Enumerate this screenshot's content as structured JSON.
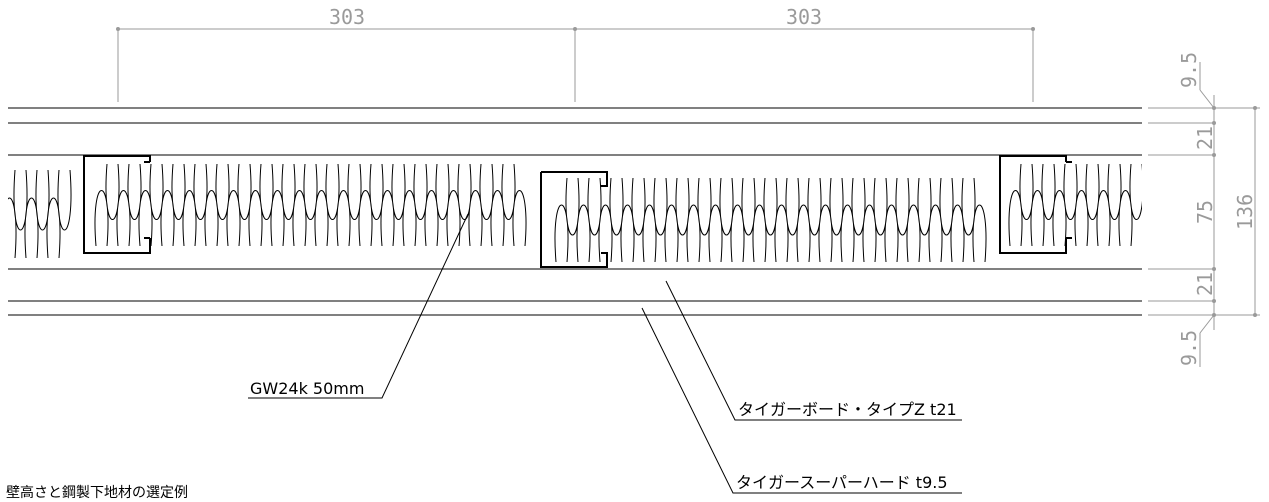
{
  "spacing": {
    "left": "303",
    "right": "303"
  },
  "thickness": {
    "board_outer_top": "9.5",
    "board_inner_top": "21",
    "stud": "75",
    "board_inner_bottom": "21",
    "board_outer_bottom": "9.5",
    "total": "136"
  },
  "labels": {
    "insulation": "GW24k 50mm",
    "board_z": "タイガーボード・タイプZ t21",
    "board_super": "タイガースーパーハード t9.5"
  },
  "caption": "壁高さと鋼製下地材の選定例"
}
